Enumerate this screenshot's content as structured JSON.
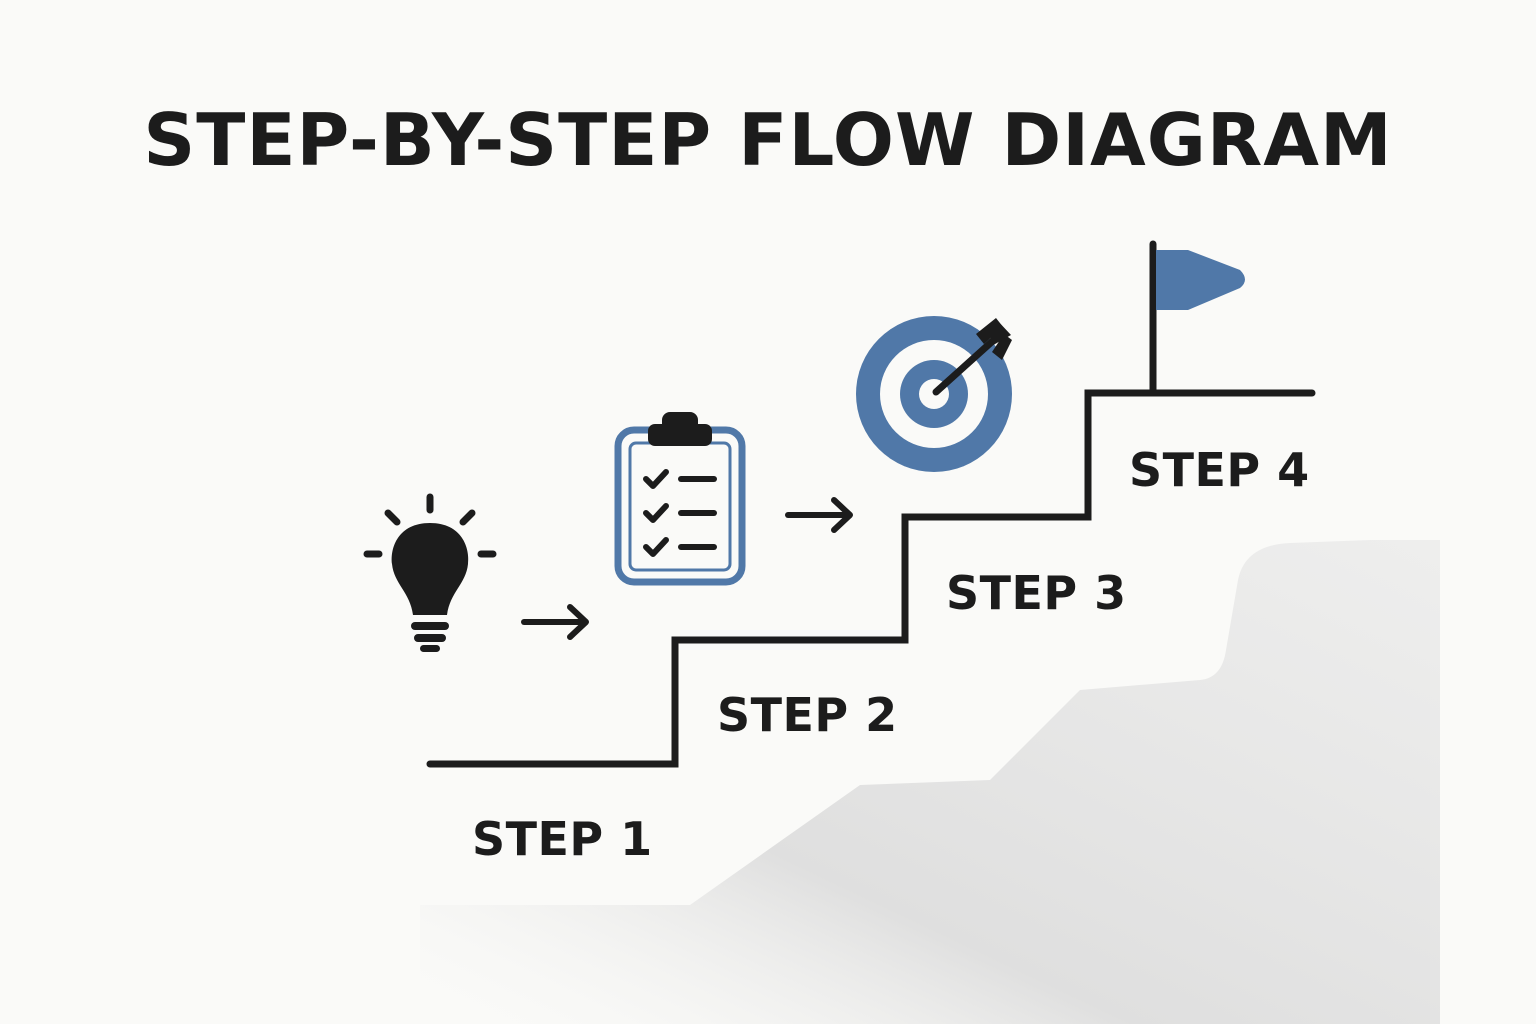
{
  "title": "STEP-BY-STEP FLOW DIAGRAM",
  "steps": [
    {
      "label": "STEP 1",
      "icon": "lightbulb-icon"
    },
    {
      "label": "STEP 2",
      "icon": "clipboard-checklist-icon"
    },
    {
      "label": "STEP 3",
      "icon": "target-icon"
    },
    {
      "label": "STEP 4",
      "icon": "flag-icon"
    }
  ],
  "colors": {
    "text": "#1c1c1c",
    "accent": "#5078a8",
    "background": "#fafaf8",
    "shadow": "#e4e4e4"
  }
}
